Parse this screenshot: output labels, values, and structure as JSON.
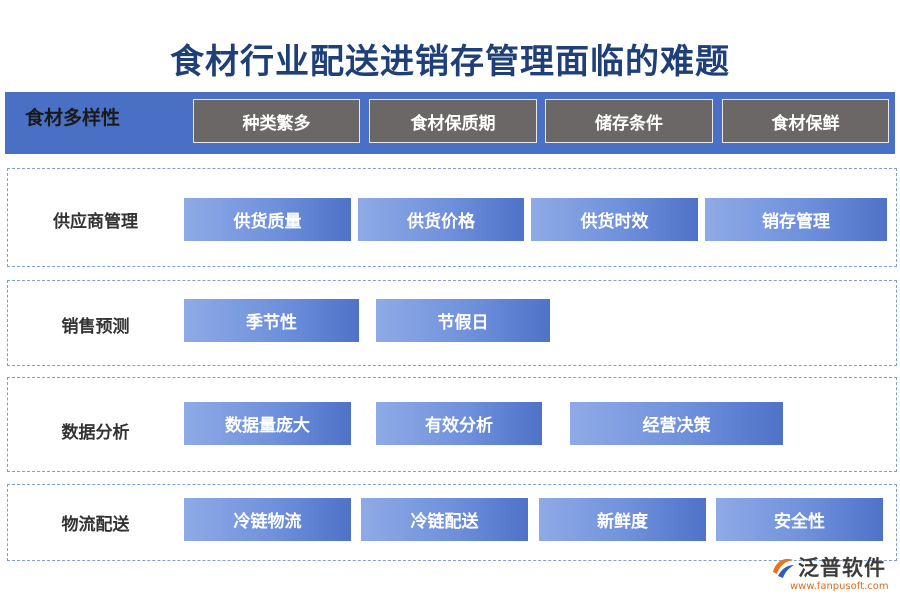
{
  "title": "食材行业配送进销存管理面临的难题",
  "diversity": {
    "label": "食材多样性",
    "items": [
      "种类繁多",
      "食材保质期",
      "储存条件",
      "食材保鲜"
    ]
  },
  "sections": [
    {
      "label": "供应商管理",
      "items": [
        "供货质量",
        "供货价格",
        "供货时效",
        "销存管理"
      ]
    },
    {
      "label": "销售预测",
      "items": [
        "季节性",
        "节假日"
      ]
    },
    {
      "label": "数据分析",
      "items": [
        "数据量庞大",
        "有效分析",
        "经营决策"
      ]
    },
    {
      "label": "物流配送",
      "items": [
        "冷链物流",
        "冷链配送",
        "新鲜度",
        "安全性"
      ]
    }
  ],
  "logo": {
    "name": "泛普软件",
    "url": "www.fanpusoft.com",
    "icon": "fanpu-logo-icon",
    "colors": {
      "orange": "#e8731c",
      "blue": "#2f5fb3"
    }
  }
}
